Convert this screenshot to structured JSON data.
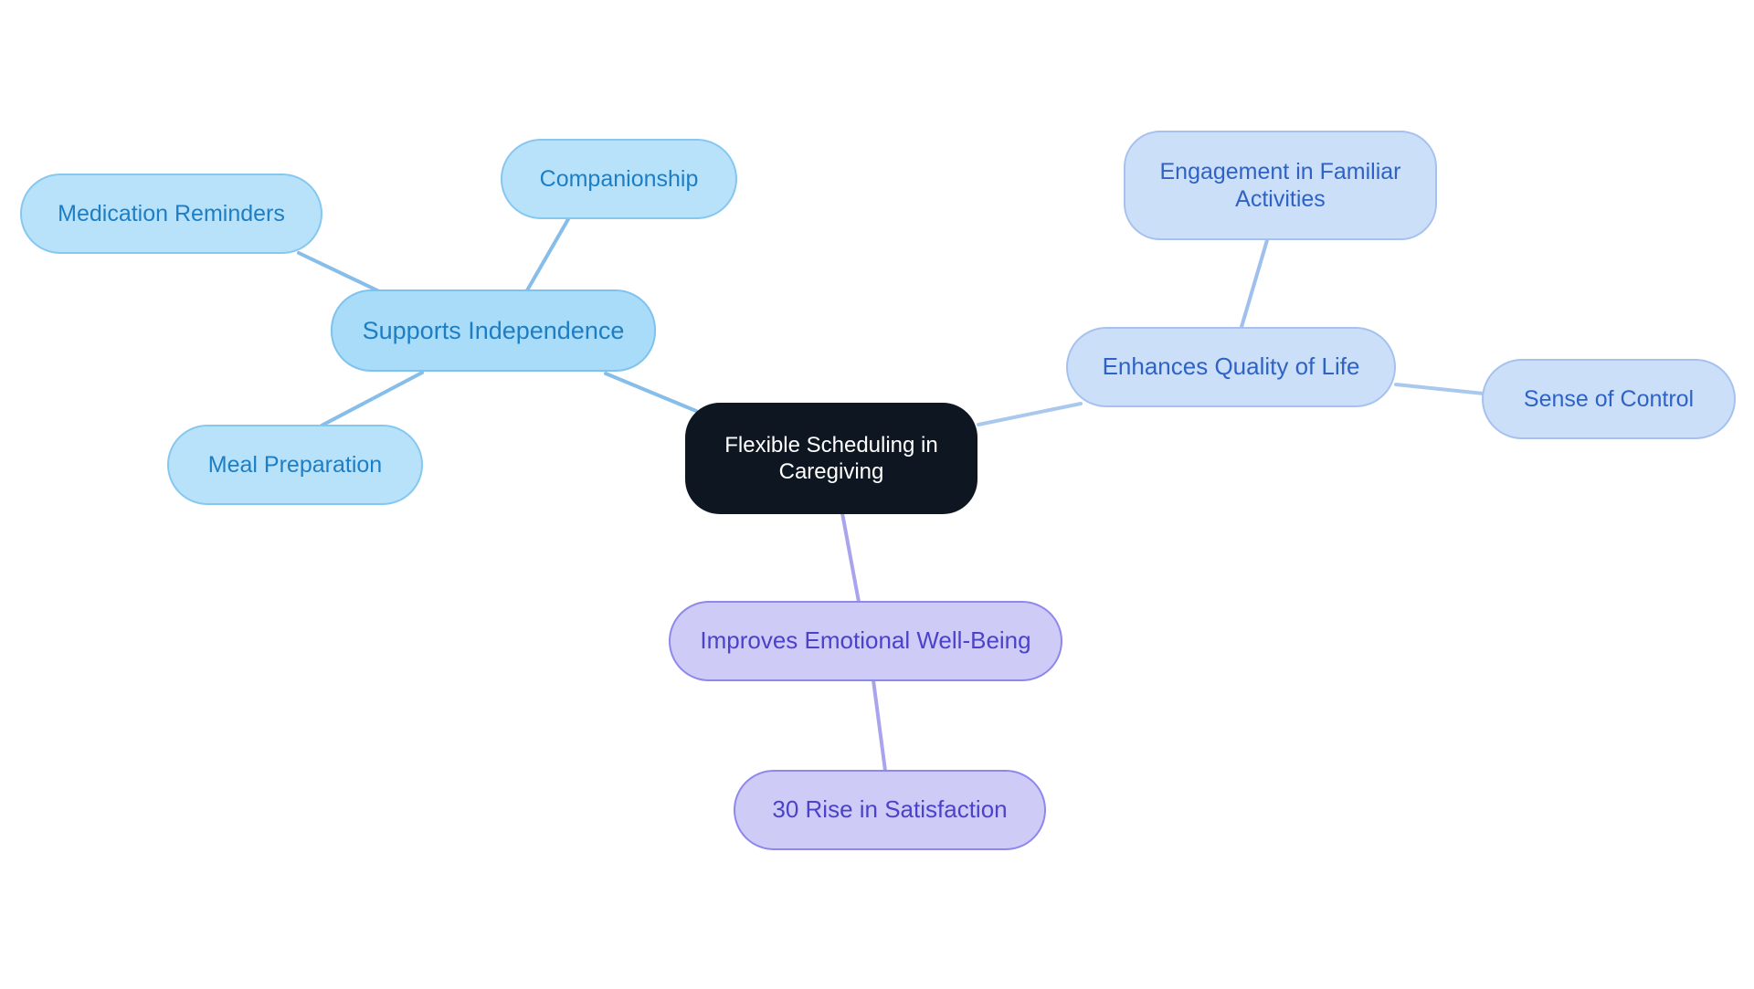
{
  "diagram": {
    "type": "mindmap",
    "background_color": "#ffffff",
    "center": {
      "label": "Flexible Scheduling in Caregiving",
      "fill": "#0e1621",
      "text_color": "#ffffff"
    },
    "branches": [
      {
        "label": "Supports Independence",
        "fill": "#a9dcf9",
        "border_color": "#7ec2ee",
        "text_color": "#1d7ec4",
        "line_color": "#86bde9",
        "children": [
          "Medication Reminders",
          "Companionship",
          "Meal Preparation"
        ]
      },
      {
        "label": "Enhances Quality of Life",
        "fill": "#cbdff8",
        "border_color": "#a6c1ee",
        "text_color": "#2e63c5",
        "line_color": "#9fc0ec",
        "children": [
          "Engagement in Familiar Activities",
          "Sense of Control"
        ]
      },
      {
        "label": "Improves Emotional Well-Being",
        "fill": "#cfcbf7",
        "border_color": "#8e87ec",
        "text_color": "#4b42c9",
        "line_color": "#a9a4ee",
        "children": [
          "30 Rise in Satisfaction"
        ]
      }
    ]
  }
}
